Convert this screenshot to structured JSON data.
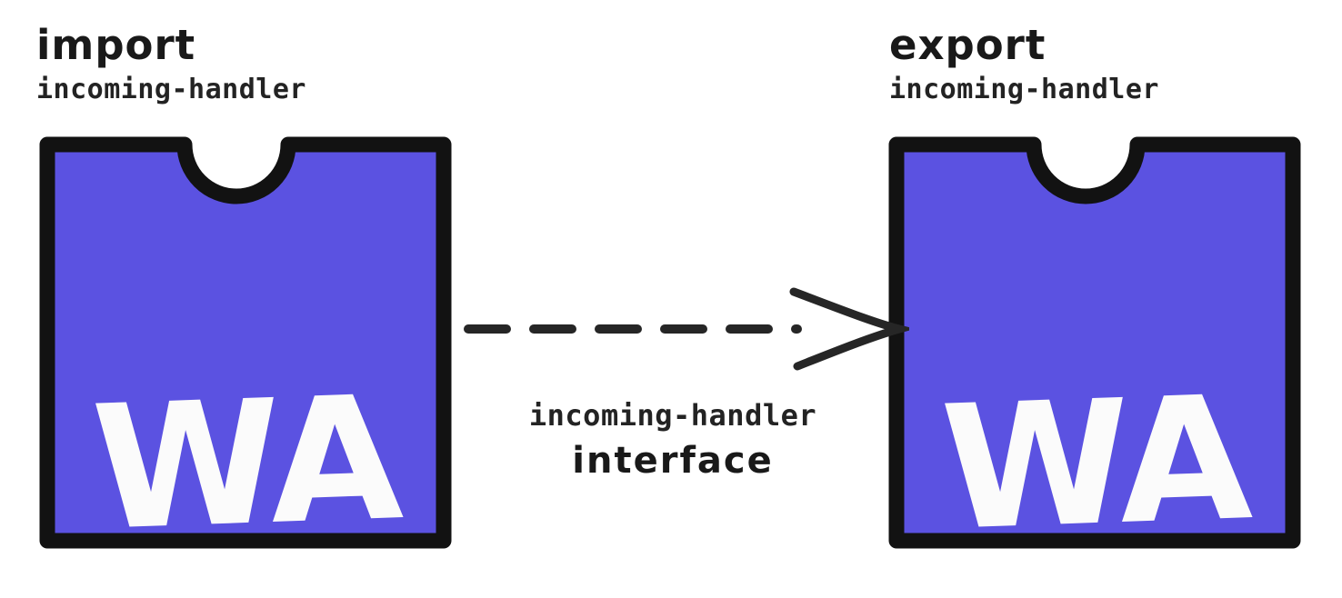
{
  "diagram": {
    "left_module": {
      "label_line1": "import",
      "label_line2": "incoming-handler",
      "logo_text": "WA"
    },
    "right_module": {
      "label_line1": "export",
      "label_line2": "incoming-handler",
      "logo_text": "WA"
    },
    "arrow": {
      "label_line1": "incoming-handler",
      "label_line2": "interface"
    },
    "colors": {
      "module_fill": "#5b52e1",
      "outline": "#121212",
      "logo_text": "#fbfbfb",
      "arrow": "#262626",
      "background": "#ffffff"
    }
  }
}
